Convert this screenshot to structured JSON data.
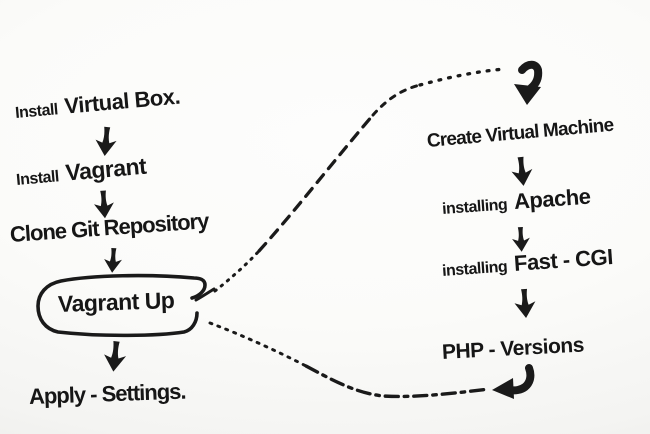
{
  "colors": {
    "ink": "#1a1a1a",
    "board": "#f8f8f6"
  },
  "flow": {
    "left": [
      {
        "small": "Install",
        "label": "Virtual Box."
      },
      {
        "small": "Install",
        "label": "Vagrant"
      },
      {
        "label": "Clone Git Repository"
      },
      {
        "label": "Vagrant Up",
        "shape": "speech-bubble"
      },
      {
        "label": "Apply - Settings."
      }
    ],
    "right": [
      {
        "label": "Create Virtual Machine"
      },
      {
        "small": "installing",
        "label": "Apache"
      },
      {
        "small": "installing",
        "label": "Fast - CGI"
      },
      {
        "label": "PHP - Versions"
      }
    ],
    "icons": {
      "step_arrow": "thick-down-arrow",
      "right_top_arrow": "bent-down-arrow",
      "right_bottom_arrow": "return-left-arrow"
    },
    "connectors": {
      "top": "dashed-curve: Vagrant Up -> Create Virtual Machine",
      "bottom": "dash-dot-curve: Vagrant Up -> PHP - Versions"
    }
  }
}
